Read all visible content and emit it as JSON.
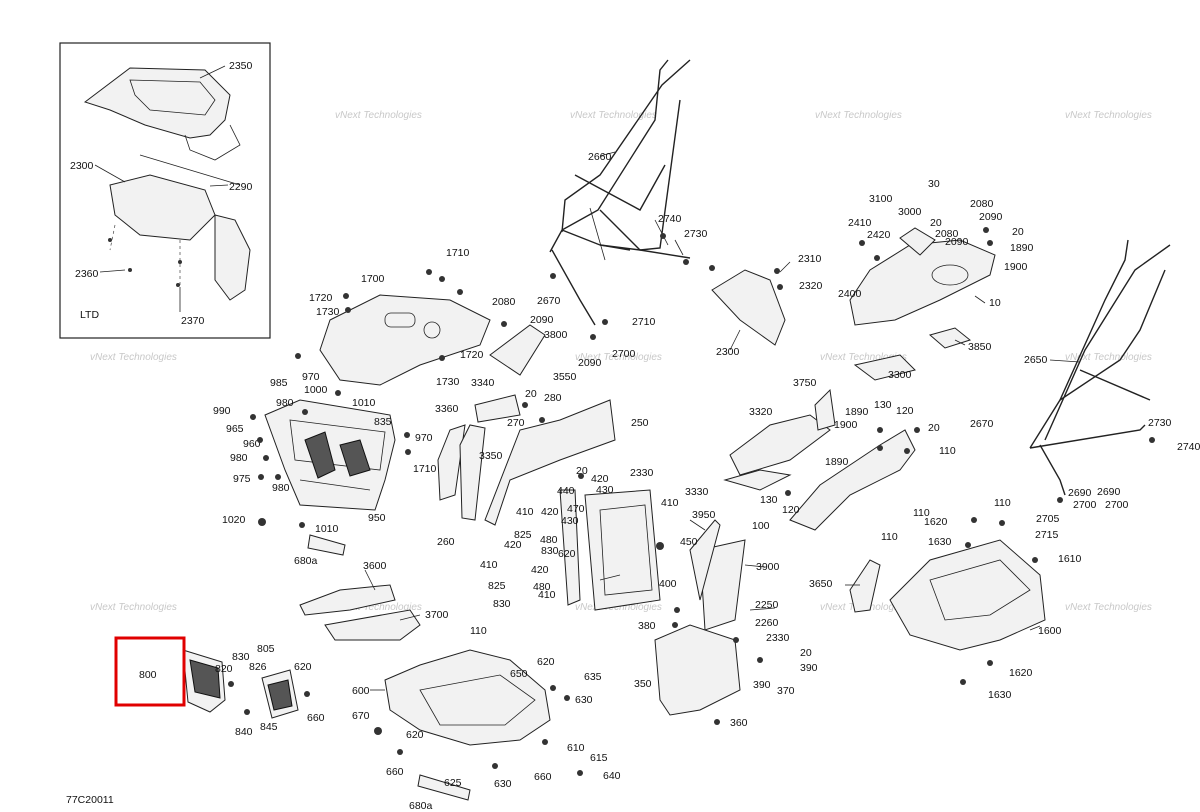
{
  "diagram": {
    "figure_code": "77C20011",
    "inset_label": "LTD",
    "watermark": "vNext Technologies",
    "highlight_color": "#e00000",
    "highlighted_callout": "800",
    "callouts": [
      {
        "id": "c2350",
        "text": "2350"
      },
      {
        "id": "c2290",
        "text": "2290"
      },
      {
        "id": "c2300a",
        "text": "2300"
      },
      {
        "id": "c2360",
        "text": "2360"
      },
      {
        "id": "c2370",
        "text": "2370"
      },
      {
        "id": "c2660",
        "text": "2660"
      },
      {
        "id": "c2740a",
        "text": "2740"
      },
      {
        "id": "c2730a",
        "text": "2730"
      },
      {
        "id": "c2670a",
        "text": "2670"
      },
      {
        "id": "c2710",
        "text": "2710"
      },
      {
        "id": "c2700a",
        "text": "2700"
      },
      {
        "id": "c2690a",
        "text": "2690"
      },
      {
        "id": "c2310",
        "text": "2310"
      },
      {
        "id": "c2320",
        "text": "2320"
      },
      {
        "id": "c2300b",
        "text": "2300"
      },
      {
        "id": "c1710a",
        "text": "1710"
      },
      {
        "id": "c1700",
        "text": "1700"
      },
      {
        "id": "c1720a",
        "text": "1720"
      },
      {
        "id": "c1730a",
        "text": "1730"
      },
      {
        "id": "c2080a",
        "text": "2080"
      },
      {
        "id": "c2090a",
        "text": "2090"
      },
      {
        "id": "c3800",
        "text": "3800"
      },
      {
        "id": "c1720b",
        "text": "1720"
      },
      {
        "id": "c1730b",
        "text": "1730"
      },
      {
        "id": "c3550",
        "text": "3550"
      },
      {
        "id": "c970a",
        "text": "970"
      },
      {
        "id": "c985",
        "text": "985"
      },
      {
        "id": "c1000",
        "text": "1000"
      },
      {
        "id": "c1010a",
        "text": "1010"
      },
      {
        "id": "c980a",
        "text": "980"
      },
      {
        "id": "c990",
        "text": "990"
      },
      {
        "id": "c965",
        "text": "965"
      },
      {
        "id": "c960",
        "text": "960"
      },
      {
        "id": "c980b",
        "text": "980"
      },
      {
        "id": "c975",
        "text": "975"
      },
      {
        "id": "c980c",
        "text": "980"
      },
      {
        "id": "c835",
        "text": "835"
      },
      {
        "id": "c970b",
        "text": "970"
      },
      {
        "id": "c1710b",
        "text": "1710"
      },
      {
        "id": "c950",
        "text": "950"
      },
      {
        "id": "c1020",
        "text": "1020"
      },
      {
        "id": "c1010b",
        "text": "1010"
      },
      {
        "id": "c680a",
        "text": "680a"
      },
      {
        "id": "c3340",
        "text": "3340"
      },
      {
        "id": "c20a",
        "text": "20"
      },
      {
        "id": "c280",
        "text": "280"
      },
      {
        "id": "c270",
        "text": "270"
      },
      {
        "id": "c250",
        "text": "250"
      },
      {
        "id": "c3360",
        "text": "3360"
      },
      {
        "id": "c3350",
        "text": "3350"
      },
      {
        "id": "c260",
        "text": "260"
      },
      {
        "id": "c20b",
        "text": "20"
      },
      {
        "id": "c420a",
        "text": "420"
      },
      {
        "id": "c2330a",
        "text": "2330"
      },
      {
        "id": "c440",
        "text": "440"
      },
      {
        "id": "c430a",
        "text": "430"
      },
      {
        "id": "c470",
        "text": "470"
      },
      {
        "id": "c410a",
        "text": "410"
      },
      {
        "id": "c410b",
        "text": "410"
      },
      {
        "id": "c420b",
        "text": "420"
      },
      {
        "id": "c430b",
        "text": "430"
      },
      {
        "id": "c480a",
        "text": "480"
      },
      {
        "id": "c825a",
        "text": "825"
      },
      {
        "id": "c830a",
        "text": "830"
      },
      {
        "id": "c420c",
        "text": "420"
      },
      {
        "id": "c620a",
        "text": "620"
      },
      {
        "id": "c450",
        "text": "450"
      },
      {
        "id": "c410c",
        "text": "410"
      },
      {
        "id": "c420d",
        "text": "420"
      },
      {
        "id": "c825b",
        "text": "825"
      },
      {
        "id": "c480b",
        "text": "480"
      },
      {
        "id": "c410d",
        "text": "410"
      },
      {
        "id": "c830b",
        "text": "830"
      },
      {
        "id": "c400",
        "text": "400"
      },
      {
        "id": "c3950",
        "text": "3950"
      },
      {
        "id": "c3900",
        "text": "3900"
      },
      {
        "id": "c3320",
        "text": "3320"
      },
      {
        "id": "c3750",
        "text": "3750"
      },
      {
        "id": "c3300",
        "text": "3300"
      },
      {
        "id": "c3330",
        "text": "3330"
      },
      {
        "id": "c3100",
        "text": "3100"
      },
      {
        "id": "c30",
        "text": "30"
      },
      {
        "id": "c2080b",
        "text": "2080"
      },
      {
        "id": "c2410",
        "text": "2410"
      },
      {
        "id": "c3000",
        "text": "3000"
      },
      {
        "id": "c20c",
        "text": "20"
      },
      {
        "id": "c2080c",
        "text": "2080"
      },
      {
        "id": "c2090b",
        "text": "2090"
      },
      {
        "id": "c2420",
        "text": "2420"
      },
      {
        "id": "c2090c",
        "text": "2090"
      },
      {
        "id": "c20d",
        "text": "20"
      },
      {
        "id": "c1890a",
        "text": "1890"
      },
      {
        "id": "c1900a",
        "text": "1900"
      },
      {
        "id": "c2400",
        "text": "2400"
      },
      {
        "id": "c10",
        "text": "10"
      },
      {
        "id": "c3850",
        "text": "3850"
      },
      {
        "id": "c2650",
        "text": "2650"
      },
      {
        "id": "c1890b",
        "text": "1890"
      },
      {
        "id": "c130a",
        "text": "130"
      },
      {
        "id": "c120a",
        "text": "120"
      },
      {
        "id": "c1900b",
        "text": "1900"
      },
      {
        "id": "c20e",
        "text": "20"
      },
      {
        "id": "c110a",
        "text": "110"
      },
      {
        "id": "c1890c",
        "text": "1890"
      },
      {
        "id": "c2670b",
        "text": "2670"
      },
      {
        "id": "c2730b",
        "text": "2730"
      },
      {
        "id": "c2740b",
        "text": "2740"
      },
      {
        "id": "c130b",
        "text": "130"
      },
      {
        "id": "c120b",
        "text": "120"
      },
      {
        "id": "c100",
        "text": "100"
      },
      {
        "id": "c110b",
        "text": "110"
      },
      {
        "id": "c110c",
        "text": "110"
      },
      {
        "id": "c1620a",
        "text": "1620"
      },
      {
        "id": "c110d",
        "text": "110"
      },
      {
        "id": "c1630a",
        "text": "1630"
      },
      {
        "id": "c2690b",
        "text": "2690"
      },
      {
        "id": "c2700b",
        "text": "2700"
      },
      {
        "id": "c2705",
        "text": "2705"
      },
      {
        "id": "c2715",
        "text": "2715"
      },
      {
        "id": "c1610",
        "text": "1610"
      },
      {
        "id": "c3650",
        "text": "3650"
      },
      {
        "id": "c1600",
        "text": "1600"
      },
      {
        "id": "c1620b",
        "text": "1620"
      },
      {
        "id": "c1630b",
        "text": "1630"
      },
      {
        "id": "c3600",
        "text": "3600"
      },
      {
        "id": "c3700",
        "text": "3700"
      },
      {
        "id": "c800",
        "text": "800"
      },
      {
        "id": "c830c",
        "text": "830"
      },
      {
        "id": "c805",
        "text": "805"
      },
      {
        "id": "c820a",
        "text": "820"
      },
      {
        "id": "c826",
        "text": "826"
      },
      {
        "id": "c620b",
        "text": "620"
      },
      {
        "id": "c840",
        "text": "840"
      },
      {
        "id": "c845",
        "text": "845"
      },
      {
        "id": "c660a",
        "text": "660"
      },
      {
        "id": "c110e",
        "text": "110"
      },
      {
        "id": "c600",
        "text": "600"
      },
      {
        "id": "c620c",
        "text": "620"
      },
      {
        "id": "c650",
        "text": "650"
      },
      {
        "id": "c635",
        "text": "635"
      },
      {
        "id": "c630a",
        "text": "630"
      },
      {
        "id": "c670",
        "text": "670"
      },
      {
        "id": "c620d",
        "text": "620"
      },
      {
        "id": "c660b",
        "text": "660"
      },
      {
        "id": "c625",
        "text": "625"
      },
      {
        "id": "c630b",
        "text": "630"
      },
      {
        "id": "c680b",
        "text": "680a"
      },
      {
        "id": "c660c",
        "text": "660"
      },
      {
        "id": "c610",
        "text": "610"
      },
      {
        "id": "c615",
        "text": "615"
      },
      {
        "id": "c640",
        "text": "640"
      },
      {
        "id": "c2250",
        "text": "2250"
      },
      {
        "id": "c380",
        "text": "380"
      },
      {
        "id": "c2260",
        "text": "2260"
      },
      {
        "id": "c2330b",
        "text": "2330"
      },
      {
        "id": "c20f",
        "text": "20"
      },
      {
        "id": "c390a",
        "text": "390"
      },
      {
        "id": "c350",
        "text": "350"
      },
      {
        "id": "c390b",
        "text": "390"
      },
      {
        "id": "c370",
        "text": "370"
      },
      {
        "id": "c360",
        "text": "360"
      },
      {
        "id": "c2090d",
        "text": "2090"
      },
      {
        "id": "c2700c",
        "text": "2700"
      }
    ]
  }
}
